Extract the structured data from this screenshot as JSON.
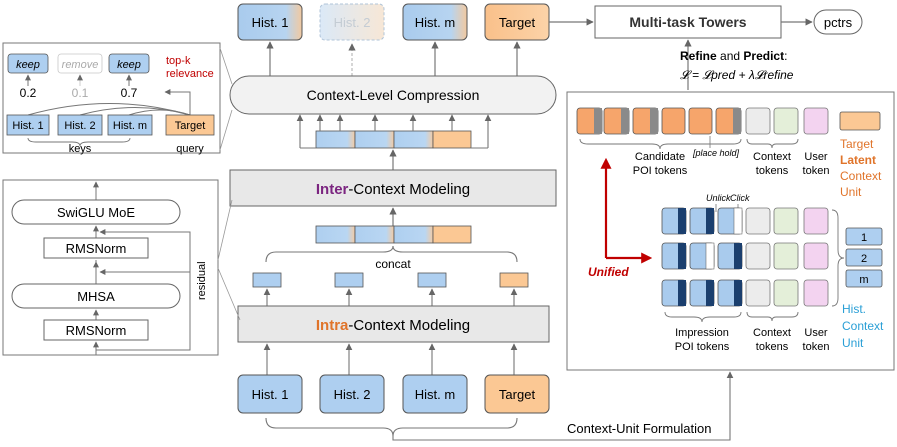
{
  "hist": {
    "h1": "Hist. 1",
    "h2": "Hist. 2",
    "hm": "Hist. m",
    "target": "Target"
  },
  "towers": "Multi-task Towers",
  "pctrs": "pctrs",
  "loss": {
    "refine": "Refine",
    "and": " and ",
    "predict": "Predict",
    "colon": ":",
    "formula": "𝓛 = 𝓛pred + λ𝓛refine"
  },
  "compression": "Context-Level Compression",
  "inter": {
    "prefix": "Inter",
    "suffix": "-Context Modeling"
  },
  "intra": {
    "prefix": "Intra",
    "suffix": "-Context Modeling"
  },
  "concat": "concat",
  "formulation": "Context-Unit Formulation",
  "topk": {
    "keep1": "keep",
    "remove": "remove",
    "keep2": "keep",
    "title1": "top-k",
    "title2": "relevance",
    "s1": "0.2",
    "s2": "0.1",
    "s3": "0.7",
    "k1": "Hist. 1",
    "k2": "Hist. 2",
    "km": "Hist. m",
    "kt": "Target",
    "keys": "keys",
    "query": "query"
  },
  "block": {
    "moe": "SwiGLU MoE",
    "norm1": "RMSNorm",
    "mhsa": "MHSA",
    "norm2": "RMSNorm",
    "residual": "residual"
  },
  "right": {
    "cand1": "Candidate",
    "cand2": "POI tokens",
    "placehold": "[place hold]",
    "ctx1": "Context",
    "ctx2": "tokens",
    "user1": "User",
    "user2": "token",
    "target_l1": "Target",
    "target_l2": "Latent",
    "target_l3": "Context",
    "target_l4": "Unit",
    "unlick": "Unlick",
    "click": "Click",
    "unified": "Unified",
    "idx1": "1",
    "idx2": "2",
    "idxm": "m",
    "hist_l1": "Hist.",
    "hist_l2": "Context",
    "hist_l3": "Unit",
    "imp1": "Impression",
    "imp2": "POI tokens",
    "ctx3": "Context",
    "ctx4": "tokens",
    "user3": "User",
    "user4": "token"
  },
  "colors": {
    "blue": "#aecff0",
    "orange": "#fbc894",
    "gray_fill": "#e8e8e8",
    "purple": "#7b2580",
    "orange_text": "#e0742a",
    "red": "#c00000",
    "cyan_text": "#2a9fd6"
  }
}
